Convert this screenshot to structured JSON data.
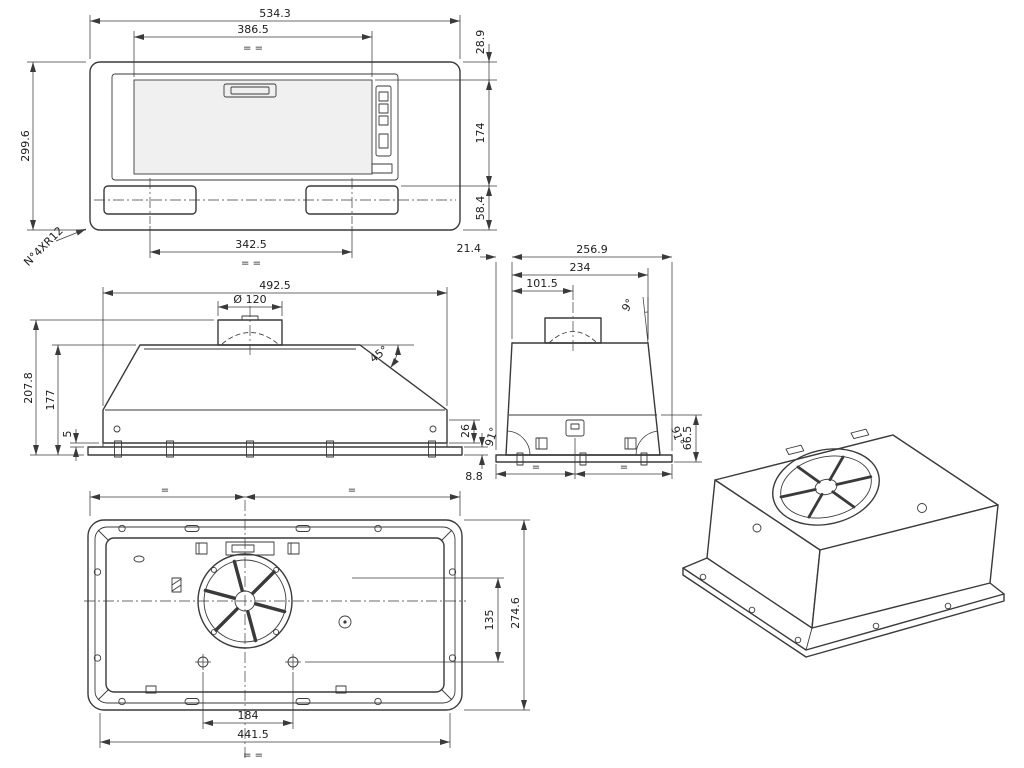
{
  "page": {
    "background": "#ffffff",
    "line_color": "#3a3a3a"
  },
  "views": {
    "front": {
      "dims": {
        "total_width": "534.3",
        "inner_width": "386.5",
        "inner_width_eq": "= =",
        "total_height": "299.6",
        "top_offset": "28.9",
        "panel_height": "174",
        "bottom_offset": "58.4",
        "filter_spacing": "342.5",
        "filter_spacing_eq": "= =",
        "corner_note": "N°4XR12"
      }
    },
    "front_elevation": {
      "dims": {
        "body_width": "492.5",
        "duct_diameter": "Ø 120",
        "slope_angle": "45°",
        "total_height": "207.8",
        "body_height": "177",
        "flange_gap": "5",
        "lip_height": "26",
        "flange_thickness": "8.8"
      }
    },
    "side_elevation": {
      "dims": {
        "flange_offset": "21.4",
        "total_depth": "256.9",
        "body_depth": "234",
        "duct_offset": "101.5",
        "back_angle": "9°",
        "front_corner_angle": "91°",
        "rear_corner_angle": "91°",
        "lip_height": "66.5",
        "eq_left": "=",
        "eq_right": "="
      }
    },
    "bottom": {
      "dims": {
        "eq_left": "=",
        "eq_right": "=",
        "hole_span": "135",
        "flange_depth": "274.6",
        "hole_spacing": "184",
        "opening_width": "441.5",
        "opening_width_eq": "= ="
      }
    }
  }
}
